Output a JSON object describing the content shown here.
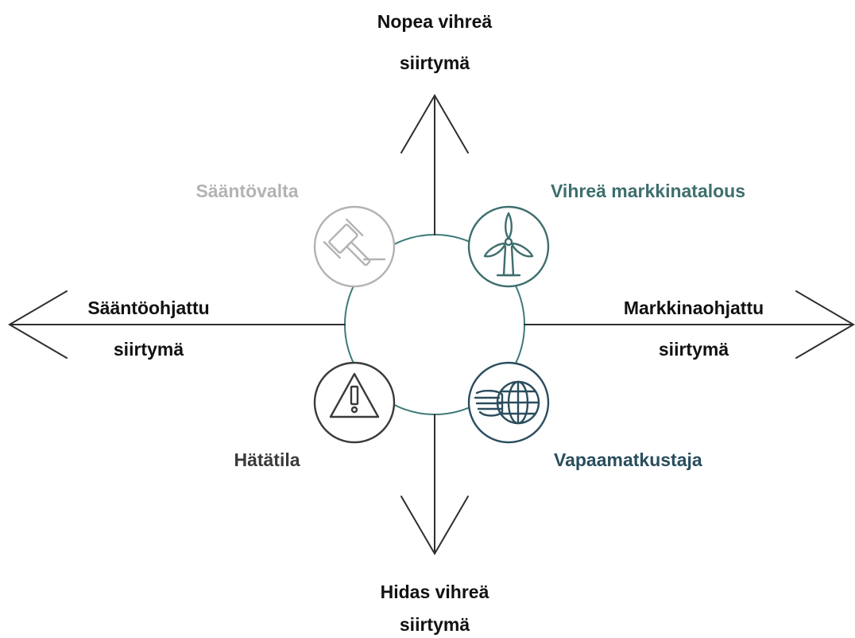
{
  "axes": {
    "top": [
      "Nopea vihreä",
      "siirtymä"
    ],
    "bottom": [
      "Hidas vihreä",
      "siirtymä"
    ],
    "left": [
      "Sääntöohjattu",
      "siirtymä"
    ],
    "right": [
      "Markkinaohjattu",
      "siirtymä"
    ]
  },
  "scenarios": {
    "top_left": {
      "label": "Sääntövalta",
      "icon": "gavel-icon",
      "color": "#b3b3b3"
    },
    "top_right": {
      "label": "Vihreä markkinatalous",
      "icon": "wind-turbine-icon",
      "color": "#3e6e6e"
    },
    "bottom_left": {
      "label": "Hätätila",
      "icon": "warning-triangle-icon",
      "color": "#3a3a3a"
    },
    "bottom_right": {
      "label": "Vapaamatkustaja",
      "icon": "globe-with-wing-icon",
      "color": "#2a4d5e"
    }
  },
  "colors": {
    "axis": "#2f2f2f",
    "circle": "#3e7a78"
  }
}
